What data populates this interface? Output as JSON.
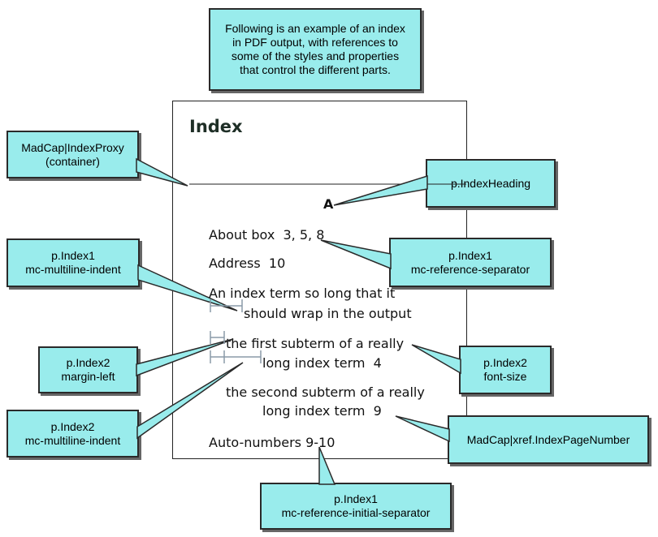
{
  "intro": [
    "Following is an example of an index",
    "in PDF output, with references to",
    "some of the styles and properties",
    "that control the different parts."
  ],
  "index_page": {
    "heading": "Index",
    "letter": "A",
    "entries": {
      "about_box": {
        "term": "About box",
        "ref1": "3",
        "ref2": "5",
        "ref3": "8"
      },
      "address": {
        "term": "Address",
        "ref": "10"
      },
      "long_term": {
        "line1": "An index term so long that it",
        "line2": "should wrap in the output"
      },
      "subterm1": {
        "line1": "the first subterm of a really",
        "line2": "long index term",
        "ref": "4"
      },
      "subterm2": {
        "line1": "the second subterm of a really",
        "line2": "long index term",
        "ref": "9"
      },
      "auto_numbers": {
        "term": "Auto-numbers",
        "ref": "9-10"
      }
    }
  },
  "callouts": {
    "index_proxy": [
      "MadCap|IndexProxy",
      "(container)"
    ],
    "index_heading": [
      "p.IndexHeading"
    ],
    "ref_separator": [
      "p.Index1",
      "mc-reference-separator"
    ],
    "index1_multiline": [
      "p.Index1",
      "mc-multiline-indent"
    ],
    "index2_margin": [
      "p.Index2",
      "margin-left"
    ],
    "index2_fontsize": [
      "p.Index2",
      "font-size"
    ],
    "index2_multiline": [
      "p.Index2",
      "mc-multiline-indent"
    ],
    "xref_pagenumber": [
      "MadCap|xref.IndexPageNumber"
    ],
    "initial_separator": [
      "p.Index1",
      "mc-reference-initial-separator"
    ]
  },
  "colors": {
    "callout_fill": "#99ecec",
    "pointer_fill": "#99ecec",
    "stroke": "#2a2a2a",
    "indent_marker": "#8a9aa8"
  }
}
